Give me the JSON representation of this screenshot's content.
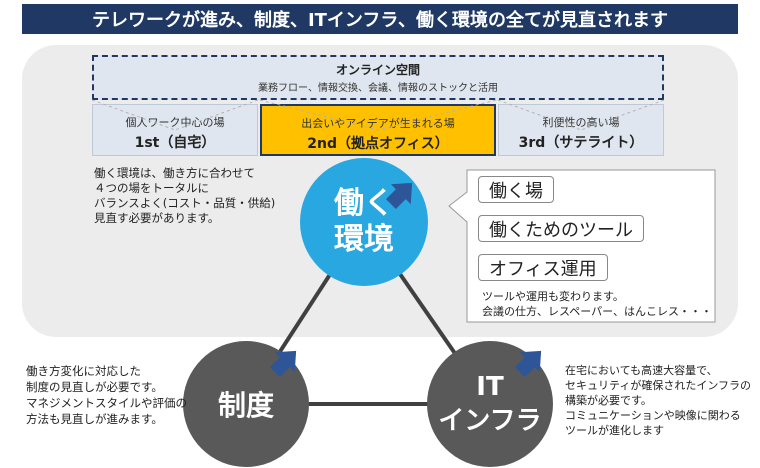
{
  "banner": {
    "title": "テレワークが進み、制度、ITインフラ、働く環境の全てが見直されます"
  },
  "online_space": {
    "title": "オンライン空間",
    "subtitle": "業務フロー、情報交換、会議、情報のストックと活用"
  },
  "places": [
    {
      "label": "個人ワーク中心の場",
      "name": "1st（自宅）"
    },
    {
      "label": "出会いやアイデアが生まれる場",
      "name": "2nd（拠点オフィス）"
    },
    {
      "label": "利便性の高い場",
      "name": "3rd（サテライト）"
    }
  ],
  "environment": {
    "circle": [
      "働く",
      "環境"
    ],
    "note": [
      "働く環境は、働き方に合わせて",
      "４つの場をトータルに",
      "バランスよく(コスト・品質・供給)",
      "見直す必要があります。"
    ]
  },
  "callout": {
    "tags": [
      "働く場",
      "働くためのツール",
      "オフィス運用"
    ],
    "note": [
      "ツールや運用も変わります。",
      "会議の仕方、レスペーパー、はんこレス・・・"
    ]
  },
  "system": {
    "circle": "制度",
    "note": [
      "働き方変化に対応した",
      "制度の見直しが必要です。",
      "マネジメントスタイルや評価の",
      "方法も見直しが進みます。"
    ]
  },
  "it": {
    "circle": [
      "IT",
      "インフラ"
    ],
    "note": [
      "在宅においても高速大容量で、",
      "セキュリティが確保されたインフラの",
      "構築が必要です。",
      "コミュニケーションや映像に関わる",
      "ツールが進化します"
    ]
  },
  "colors": {
    "banner": "#1f3864",
    "highlight": "#ffc000",
    "environment": "#29a7e1",
    "dark_circle": "#595959",
    "place_fill": "#dfe6ef"
  }
}
